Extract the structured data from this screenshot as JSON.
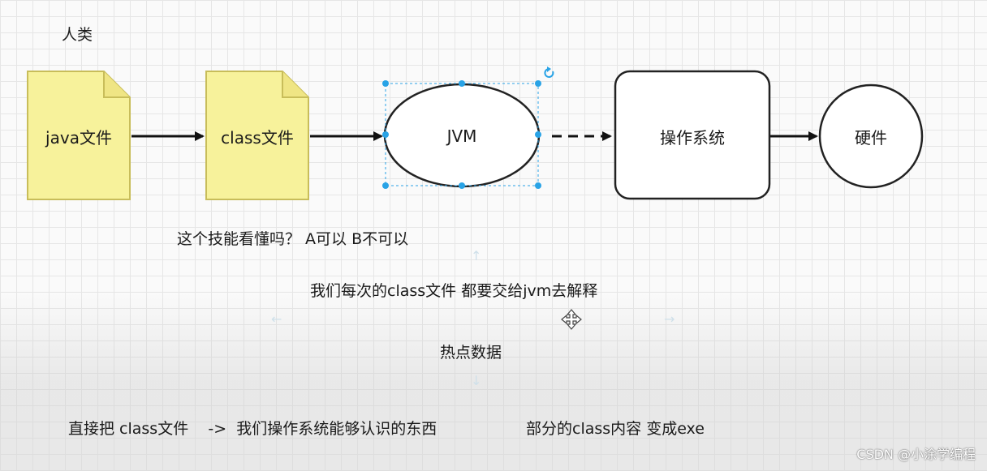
{
  "diagram": {
    "title": "人类",
    "nodes": {
      "java_file": "java文件",
      "class_file": "class文件",
      "jvm": "JVM",
      "os": "操作系统",
      "hardware": "硬件"
    }
  },
  "notes": {
    "question": "这个技能看懂吗？ A可以  B不可以",
    "explain": "我们每次的class文件  都要交给jvm去解释",
    "hotspot": "热点数据",
    "convert_left": "直接把 class文件    ->  我们操作系统能够认识的东西",
    "convert_right": "部分的class内容  变成exe"
  },
  "watermark": "CSDN @小涂学编程",
  "colors": {
    "note_fill": "#f7f29b",
    "note_stroke": "#c8bd5a",
    "selection": "#29a3e6",
    "arrow": "#111111"
  }
}
